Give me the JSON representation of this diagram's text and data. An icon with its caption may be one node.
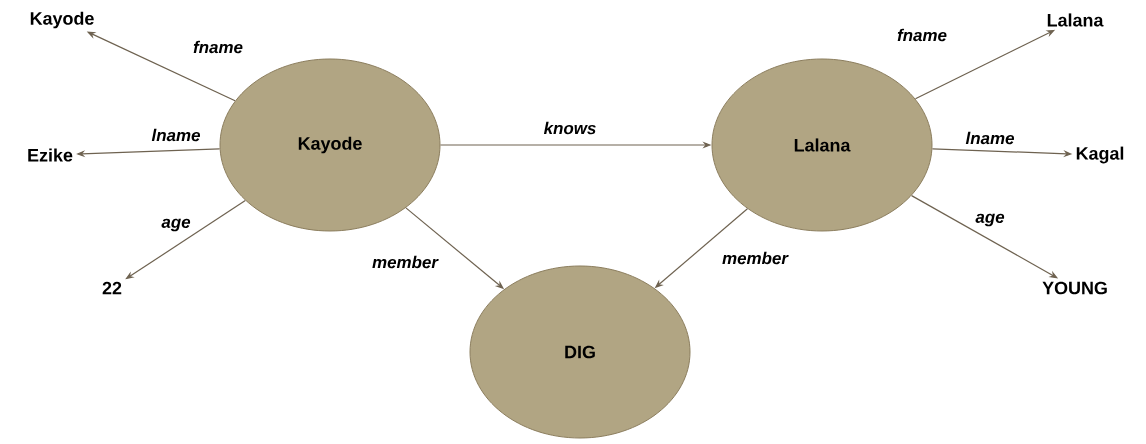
{
  "diagram": {
    "nodes": [
      {
        "text": [
          "Kayode"
        ]
      },
      {
        "text": [
          "Lalana"
        ]
      },
      {
        "text": [
          "DIG"
        ]
      },
      {
        "text": [
          "Kayode"
        ]
      },
      {
        "text": [
          "Ezike"
        ]
      },
      {
        "text": [
          "22"
        ]
      },
      {
        "text": [
          "Lalana"
        ]
      },
      {
        "text": [
          "Kagal"
        ]
      },
      {
        "text": [
          "YOUNG"
        ]
      }
    ],
    "edges": [
      {
        "from": 0,
        "to": 3,
        "arrow": "to",
        "label": "fname"
      },
      {
        "from": 0,
        "to": 4,
        "arrow": "to",
        "label": "lname"
      },
      {
        "from": 0,
        "to": 5,
        "arrow": "to",
        "label": "age"
      },
      {
        "from": 0,
        "to": 1,
        "arrow": "to",
        "label": "knows"
      },
      {
        "from": 0,
        "to": 2,
        "arrow": "to",
        "label": "member"
      },
      {
        "from": 1,
        "to": 2,
        "arrow": "to",
        "label": "member"
      },
      {
        "from": 1,
        "to": 6,
        "arrow": "to",
        "label": "fname"
      },
      {
        "from": 1,
        "to": 7,
        "arrow": "to",
        "label": "lname"
      },
      {
        "from": 1,
        "to": 8,
        "arrow": "to",
        "label": "age"
      }
    ]
  }
}
